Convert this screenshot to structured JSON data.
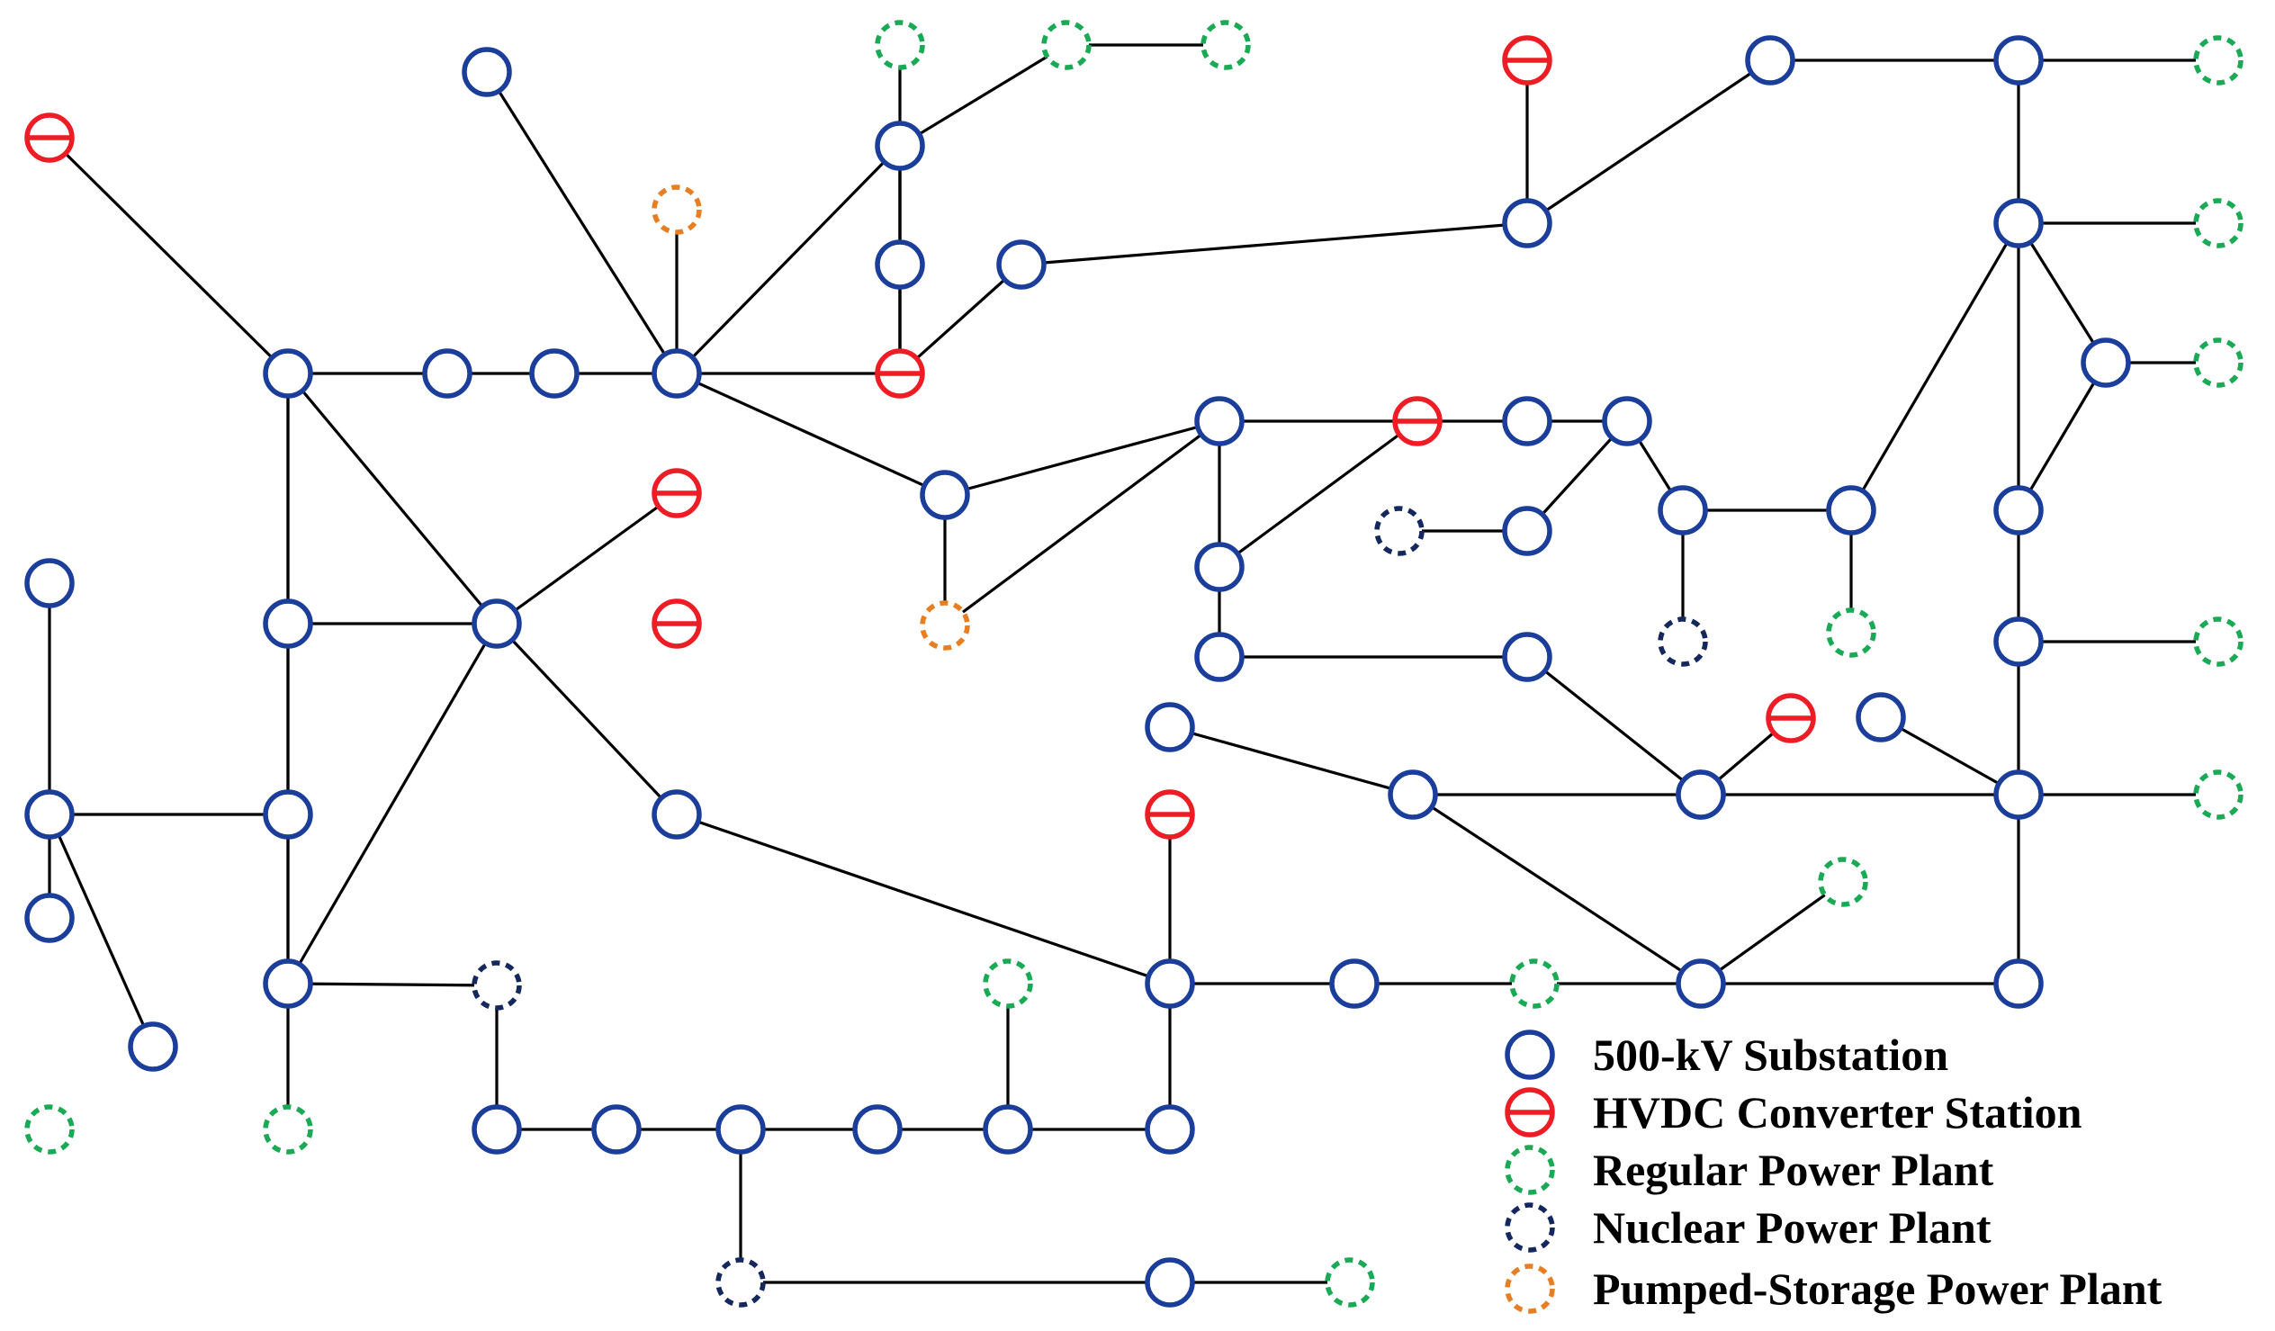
{
  "colors": {
    "substation": "#1b3e9b",
    "hvdc": "#ee1c24",
    "regular": "#1aaa55",
    "nuclear": "#14285e",
    "pumped": "#e87e22",
    "line": "#000000"
  },
  "legend": [
    {
      "type": "substation",
      "label": "500-kV Substation"
    },
    {
      "type": "hvdc",
      "label": "HVDC Converter Station"
    },
    {
      "type": "regular",
      "label": "Regular Power Plant"
    },
    {
      "type": "nuclear",
      "label": "Nuclear Power Plant"
    },
    {
      "type": "pumped",
      "label": "Pumped-Storage Power Plant"
    }
  ],
  "nodes": [
    {
      "id": "h1",
      "type": "hvdc"
    },
    {
      "id": "s_a",
      "type": "substation"
    },
    {
      "id": "s_b",
      "type": "substation"
    },
    {
      "id": "s_c",
      "type": "substation"
    },
    {
      "id": "s_d",
      "type": "substation"
    },
    {
      "id": "s_top",
      "type": "substation"
    },
    {
      "id": "p_top",
      "type": "pumped"
    },
    {
      "id": "s_e",
      "type": "substation"
    },
    {
      "id": "s_e2",
      "type": "substation"
    },
    {
      "id": "r_top1",
      "type": "regular"
    },
    {
      "id": "r_top2",
      "type": "regular"
    },
    {
      "id": "r_top3",
      "type": "regular"
    },
    {
      "id": "s_e3",
      "type": "substation"
    },
    {
      "id": "h2",
      "type": "hvdc"
    },
    {
      "id": "s_f",
      "type": "substation"
    },
    {
      "id": "p_mid",
      "type": "pumped"
    },
    {
      "id": "h3",
      "type": "hvdc"
    },
    {
      "id": "s_g",
      "type": "substation"
    },
    {
      "id": "s_h",
      "type": "substation"
    },
    {
      "id": "s_i",
      "type": "substation"
    },
    {
      "id": "h4",
      "type": "hvdc"
    },
    {
      "id": "s_j",
      "type": "substation"
    },
    {
      "id": "s_k",
      "type": "substation"
    },
    {
      "id": "s_l",
      "type": "substation"
    },
    {
      "id": "s_m",
      "type": "substation"
    },
    {
      "id": "s_n",
      "type": "substation"
    },
    {
      "id": "s_o",
      "type": "substation"
    },
    {
      "id": "r_l1",
      "type": "regular"
    },
    {
      "id": "r_l2",
      "type": "regular"
    },
    {
      "id": "n_l",
      "type": "nuclear"
    },
    {
      "id": "s_p",
      "type": "substation"
    },
    {
      "id": "s_q",
      "type": "substation"
    },
    {
      "id": "s_r",
      "type": "substation"
    },
    {
      "id": "s_s",
      "type": "substation"
    },
    {
      "id": "s_t",
      "type": "substation"
    },
    {
      "id": "s_u",
      "type": "substation"
    },
    {
      "id": "r_b1",
      "type": "regular"
    },
    {
      "id": "s_v",
      "type": "substation"
    },
    {
      "id": "n_b",
      "type": "nuclear"
    },
    {
      "id": "s_w",
      "type": "substation"
    },
    {
      "id": "r_b2",
      "type": "regular"
    },
    {
      "id": "h5",
      "type": "hvdc"
    },
    {
      "id": "s_x",
      "type": "substation"
    },
    {
      "id": "s_y",
      "type": "substation"
    },
    {
      "id": "r_b3",
      "type": "regular"
    },
    {
      "id": "s_z",
      "type": "substation"
    },
    {
      "id": "s_aa",
      "type": "substation"
    },
    {
      "id": "h6",
      "type": "hvdc"
    },
    {
      "id": "s_ab",
      "type": "substation"
    },
    {
      "id": "p_r",
      "type": "pumped"
    },
    {
      "id": "s_ac",
      "type": "substation"
    },
    {
      "id": "h7",
      "type": "hvdc"
    },
    {
      "id": "s_ad",
      "type": "substation"
    },
    {
      "id": "s_ae",
      "type": "substation"
    },
    {
      "id": "s_af",
      "type": "substation"
    },
    {
      "id": "s_ag",
      "type": "substation"
    },
    {
      "id": "s_ah",
      "type": "substation"
    },
    {
      "id": "s_ai",
      "type": "substation"
    },
    {
      "id": "s_aj",
      "type": "substation"
    },
    {
      "id": "n_m",
      "type": "nuclear"
    },
    {
      "id": "n_m2",
      "type": "nuclear"
    },
    {
      "id": "r_m1",
      "type": "regular"
    },
    {
      "id": "s_ak",
      "type": "substation"
    },
    {
      "id": "h8",
      "type": "hvdc"
    },
    {
      "id": "s_al",
      "type": "substation"
    },
    {
      "id": "s_am",
      "type": "substation"
    },
    {
      "id": "s_an",
      "type": "substation"
    },
    {
      "id": "r_m2",
      "type": "regular"
    },
    {
      "id": "s_ao",
      "type": "substation"
    },
    {
      "id": "s_ap",
      "type": "substation"
    },
    {
      "id": "r_r1",
      "type": "regular"
    },
    {
      "id": "s_aq",
      "type": "substation"
    },
    {
      "id": "r_r2",
      "type": "regular"
    },
    {
      "id": "s_ar",
      "type": "substation"
    },
    {
      "id": "r_r3",
      "type": "regular"
    },
    {
      "id": "s_as",
      "type": "substation"
    },
    {
      "id": "s_at",
      "type": "substation"
    },
    {
      "id": "r_r4",
      "type": "regular"
    },
    {
      "id": "s_au",
      "type": "substation"
    },
    {
      "id": "r_r5",
      "type": "regular"
    },
    {
      "id": "r_r6",
      "type": "regular"
    }
  ],
  "edges": [
    [
      "h1",
      "s_a"
    ],
    [
      "s_a",
      "s_b"
    ],
    [
      "s_b",
      "s_c"
    ],
    [
      "s_c",
      "s_d"
    ],
    [
      "s_top",
      "s_d"
    ],
    [
      "p_top",
      "s_d"
    ],
    [
      "s_d",
      "s_e"
    ],
    [
      "s_e",
      "r_top1"
    ],
    [
      "s_e",
      "r_top2"
    ],
    [
      "r_top2",
      "r_top3"
    ],
    [
      "s_e",
      "s_e2"
    ],
    [
      "s_e2",
      "h2"
    ],
    [
      "s_e3",
      "h2"
    ],
    [
      "s_d",
      "h2"
    ],
    [
      "s_d",
      "s_f"
    ],
    [
      "s_f",
      "s_g"
    ],
    [
      "s_f",
      "p_mid"
    ],
    [
      "s_f",
      "h4"
    ],
    [
      "h3",
      "h4"
    ],
    [
      "s_a",
      "s_h"
    ],
    [
      "s_a",
      "s_i"
    ],
    [
      "s_i",
      "h4"
    ],
    [
      "s_i",
      "s_n"
    ],
    [
      "s_h",
      "s_m"
    ],
    [
      "s_j",
      "s_m"
    ],
    [
      "s_j",
      "s_k"
    ],
    [
      "s_k",
      "s_l"
    ],
    [
      "s_k",
      "s_o"
    ],
    [
      "s_o",
      "r_l1"
    ],
    [
      "s_m",
      "s_n"
    ],
    [
      "s_m",
      "s_l"
    ],
    [
      "s_m",
      "r_l2"
    ],
    [
      "s_m",
      "s_p"
    ],
    [
      "s_p",
      "s_q"
    ],
    [
      "s_p",
      "n_l"
    ],
    [
      "s_q",
      "s_r"
    ],
    [
      "s_r",
      "s_s"
    ],
    [
      "s_s",
      "s_t"
    ],
    [
      "s_t",
      "s_u"
    ],
    [
      "s_u",
      "s_v"
    ],
    [
      "s_u",
      "r_b1"
    ],
    [
      "s_v",
      "s_w"
    ],
    [
      "s_s",
      "n_b"
    ],
    [
      "n_b",
      "s_w"
    ],
    [
      "s_w",
      "r_b2"
    ],
    [
      "s_v",
      "s_x"
    ],
    [
      "s_x",
      "h5"
    ],
    [
      "s_x",
      "s_y"
    ],
    [
      "s_y",
      "r_b3"
    ],
    [
      "r_b3",
      "s_z"
    ],
    [
      "s_z",
      "s_aa"
    ],
    [
      "s_z",
      "r_m2"
    ],
    [
      "s_n",
      "s_x"
    ],
    [
      "s_g",
      "s_ab"
    ],
    [
      "s_g",
      "h6"
    ],
    [
      "h6",
      "s_ac"
    ],
    [
      "s_ab",
      "s_ad"
    ],
    [
      "s_ad",
      "s_ae"
    ],
    [
      "s_ae",
      "s_ak"
    ],
    [
      "s_ab",
      "h6"
    ],
    [
      "h6",
      "s_af"
    ],
    [
      "s_af",
      "s_ag"
    ],
    [
      "s_ag",
      "s_ah"
    ],
    [
      "s_ag",
      "s_ai"
    ],
    [
      "s_ai",
      "s_aj"
    ],
    [
      "s_ai",
      "n_m2"
    ],
    [
      "n_m",
      "s_ah"
    ],
    [
      "s_aj",
      "r_m1"
    ],
    [
      "s_ak",
      "h8"
    ],
    [
      "s_ak",
      "s_am"
    ],
    [
      "s_al",
      "s_an"
    ],
    [
      "s_an",
      "s_am"
    ],
    [
      "s_am",
      "s_ao"
    ],
    [
      "s_an",
      "s_z"
    ],
    [
      "s_ao",
      "s_at"
    ],
    [
      "s_ao",
      "s_au"
    ],
    [
      "s_au",
      "s_ap"
    ],
    [
      "s_aj",
      "s_as"
    ],
    [
      "s_aq",
      "s_ar"
    ],
    [
      "s_ar",
      "s_as"
    ],
    [
      "s_as",
      "s_at"
    ],
    [
      "s_at",
      "s_ao"
    ],
    [
      "s_aa",
      "s_ao"
    ],
    [
      "s_ac",
      "h7"
    ],
    [
      "s_ac",
      "s_aq"
    ],
    [
      "s_ac",
      "p_r"
    ],
    [
      "p_r",
      "s_af"
    ],
    [
      "s_aq",
      "r_r1"
    ],
    [
      "s_au",
      "r_r2"
    ],
    [
      "s_ar",
      "r_r3"
    ],
    [
      "s_at",
      "r_r4"
    ],
    [
      "s_aq",
      "s_as"
    ],
    [
      "s_ao",
      "r_r5"
    ],
    [
      "s_as",
      "r_r6"
    ]
  ]
}
